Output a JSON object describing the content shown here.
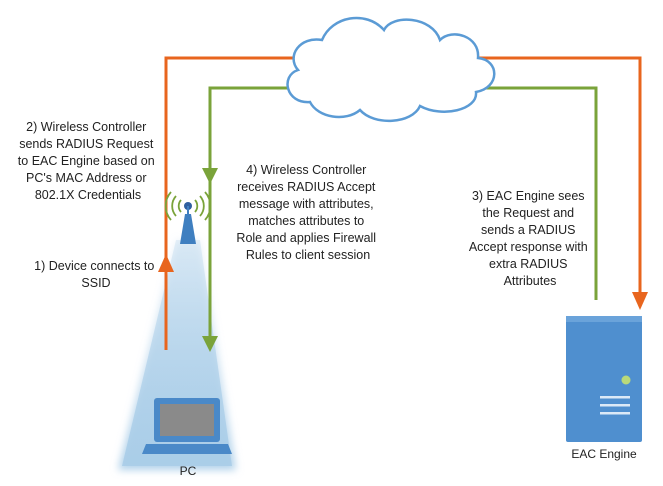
{
  "labels": {
    "step1": [
      "1) Device connects to",
      "SSID"
    ],
    "step2": [
      "2) Wireless Controller",
      "sends RADIUS Request",
      "to EAC Engine based on",
      "PC's MAC Address or",
      "802.1X Credentials"
    ],
    "step3": [
      "3) EAC Engine sees",
      "the Request and",
      "sends a RADIUS",
      "Accept response with",
      "extra RADIUS",
      "Attributes"
    ],
    "step4": [
      "4) Wireless Controller",
      "receives RADIUS Accept",
      "message with attributes,",
      "matches attributes to",
      "Role and applies Firewall",
      "Rules to client session"
    ],
    "pc": "PC",
    "eac_engine": "EAC Engine"
  },
  "colors": {
    "request_arrow": "#e8651e",
    "response_arrow": "#7aa33a",
    "cloud_stroke": "#5b9bd5",
    "server_fill": "#4f8fcf",
    "pc_fill": "#4a89c8",
    "beam_fill": "#a9cde8"
  },
  "icons": {
    "cloud": "cloud-icon",
    "access_point": "wireless-access-point-icon",
    "pc": "laptop-icon",
    "server": "server-icon"
  }
}
